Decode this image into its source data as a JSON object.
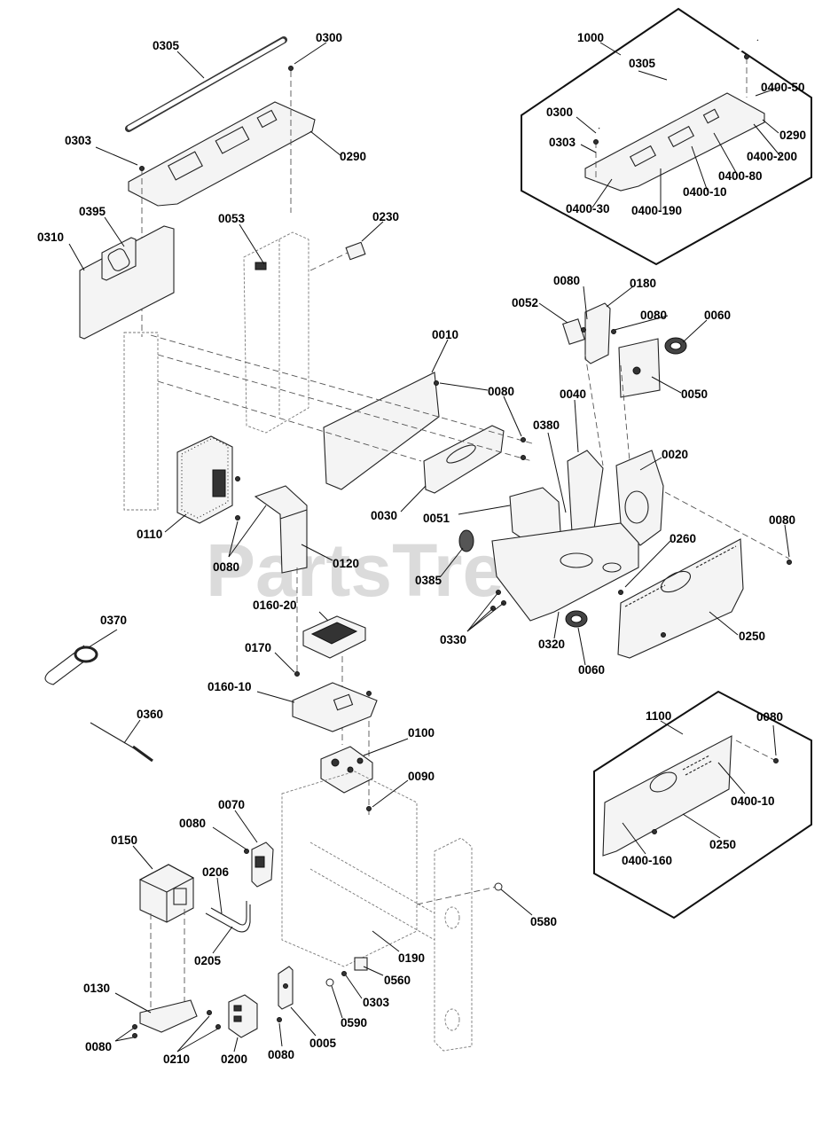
{
  "watermark": {
    "text": "PartsTree",
    "trademark": "TM"
  },
  "callouts": [
    {
      "id": "c0305a",
      "text": "0305"
    },
    {
      "id": "c0300a",
      "text": "0300"
    },
    {
      "id": "c0303a",
      "text": "0303"
    },
    {
      "id": "c0290a",
      "text": "0290"
    },
    {
      "id": "c0395",
      "text": "0395"
    },
    {
      "id": "c0310",
      "text": "0310"
    },
    {
      "id": "c0053",
      "text": "0053"
    },
    {
      "id": "c0230",
      "text": "0230"
    },
    {
      "id": "c1000",
      "text": "1000"
    },
    {
      "id": "c0305b",
      "text": "0305"
    },
    {
      "id": "c0400-50",
      "text": "0400-50"
    },
    {
      "id": "c0300b",
      "text": "0300"
    },
    {
      "id": "c0290b",
      "text": "0290"
    },
    {
      "id": "c0303b",
      "text": "0303"
    },
    {
      "id": "c0400-200",
      "text": "0400-200"
    },
    {
      "id": "c0400-80",
      "text": "0400-80"
    },
    {
      "id": "c0400-10a",
      "text": "0400-10"
    },
    {
      "id": "c0400-30",
      "text": "0400-30"
    },
    {
      "id": "c0400-190",
      "text": "0400-190"
    },
    {
      "id": "c0080a",
      "text": "0080"
    },
    {
      "id": "c0180",
      "text": "0180"
    },
    {
      "id": "c0052",
      "text": "0052"
    },
    {
      "id": "c0080b",
      "text": "0080"
    },
    {
      "id": "c0060a",
      "text": "0060"
    },
    {
      "id": "c0010",
      "text": "0010"
    },
    {
      "id": "c0080c",
      "text": "0080"
    },
    {
      "id": "c0050",
      "text": "0050"
    },
    {
      "id": "c0040",
      "text": "0040"
    },
    {
      "id": "c0380",
      "text": "0380"
    },
    {
      "id": "c0020",
      "text": "0020"
    },
    {
      "id": "c0080d",
      "text": "0080"
    },
    {
      "id": "c0030",
      "text": "0030"
    },
    {
      "id": "c0051",
      "text": "0051"
    },
    {
      "id": "c0110",
      "text": "0110"
    },
    {
      "id": "c0080e",
      "text": "0080"
    },
    {
      "id": "c0120",
      "text": "0120"
    },
    {
      "id": "c0260",
      "text": "0260"
    },
    {
      "id": "c0385",
      "text": "0385"
    },
    {
      "id": "c0330",
      "text": "0330"
    },
    {
      "id": "c0320",
      "text": "0320"
    },
    {
      "id": "c0060b",
      "text": "0060"
    },
    {
      "id": "c0250a",
      "text": "0250"
    },
    {
      "id": "c0370",
      "text": "0370"
    },
    {
      "id": "c0160-20",
      "text": "0160-20"
    },
    {
      "id": "c0170",
      "text": "0170"
    },
    {
      "id": "c0160-10",
      "text": "0160-10"
    },
    {
      "id": "c0360",
      "text": "0360"
    },
    {
      "id": "c0100",
      "text": "0100"
    },
    {
      "id": "c0090",
      "text": "0090"
    },
    {
      "id": "c1100",
      "text": "1100"
    },
    {
      "id": "c0080f",
      "text": "0080"
    },
    {
      "id": "c0400-10b",
      "text": "0400-10"
    },
    {
      "id": "c0250b",
      "text": "0250"
    },
    {
      "id": "c0400-160",
      "text": "0400-160"
    },
    {
      "id": "c0070",
      "text": "0070"
    },
    {
      "id": "c0080g",
      "text": "0080"
    },
    {
      "id": "c0150",
      "text": "0150"
    },
    {
      "id": "c0206",
      "text": "0206"
    },
    {
      "id": "c0205",
      "text": "0205"
    },
    {
      "id": "c0580",
      "text": "0580"
    },
    {
      "id": "c0190",
      "text": "0190"
    },
    {
      "id": "c0560",
      "text": "0560"
    },
    {
      "id": "c0303c",
      "text": "0303"
    },
    {
      "id": "c0590",
      "text": "0590"
    },
    {
      "id": "c0130",
      "text": "0130"
    },
    {
      "id": "c0080h",
      "text": "0080"
    },
    {
      "id": "c0210",
      "text": "0210"
    },
    {
      "id": "c0200",
      "text": "0200"
    },
    {
      "id": "c0080i",
      "text": "0080"
    },
    {
      "id": "c0005",
      "text": "0005"
    }
  ]
}
